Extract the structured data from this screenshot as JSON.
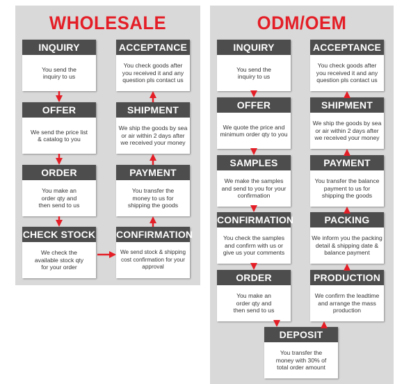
{
  "colors": {
    "accent": "#e41e26",
    "panel": "#d9d9d9",
    "box_header": "#4d4d4d"
  },
  "wholesale": {
    "title": "WHOLESALE",
    "steps": {
      "inquiry": {
        "title": "INQUIRY",
        "text": "You send the inquiry to us"
      },
      "offer": {
        "title": "OFFER",
        "text": "We send the price list & catalog to you"
      },
      "order": {
        "title": "ORDER",
        "text": "You make an order qty and then send to us"
      },
      "check_stock": {
        "title": "CHECK STOCK",
        "text": "We check the available stock qty for your order"
      },
      "confirmation": {
        "title": "CONFIRMATION",
        "text": "We send stock & shipping cost confirmation for your approval"
      },
      "payment": {
        "title": "PAYMENT",
        "text": "You transfer the money to us for shipping the goods"
      },
      "shipment": {
        "title": "SHIPMENT",
        "text": "We ship the goods by sea or air within 2 days after we received your money"
      },
      "acceptance": {
        "title": "ACCEPTANCE",
        "text": "You check goods after you received it and any question pls contact us"
      }
    }
  },
  "odm": {
    "title": "ODM/OEM",
    "steps": {
      "inquiry": {
        "title": "INQUIRY",
        "text": "You send the inquiry to us"
      },
      "offer": {
        "title": "OFFER",
        "text": "We quote the price and minimum order qty to you"
      },
      "samples": {
        "title": "SAMPLES",
        "text": "We make the samples and send to you for your confirmation"
      },
      "confirmation": {
        "title": "CONFIRMATION",
        "text": "You check the samples and confirm with us or give us your comments"
      },
      "order": {
        "title": "ORDER",
        "text": "You make an order qty and then send to us"
      },
      "deposit": {
        "title": "DEPOSIT",
        "text": "You transfer the money with 30% of total order amount"
      },
      "production": {
        "title": "PRODUCTION",
        "text": "We confirm the leadtime and arrange the mass production"
      },
      "packing": {
        "title": "PACKING",
        "text": "We inform you the packing detail & shipping date & balance payment"
      },
      "payment": {
        "title": "PAYMENT",
        "text": "You transfer the balance payment to us for shipping the goods"
      },
      "shipment": {
        "title": "SHIPMENT",
        "text": "We ship the goods by sea or air within 2 days after we received your money"
      },
      "acceptance": {
        "title": "ACCEPTANCE",
        "text": "You check goods after you received it and any question pls contact us"
      }
    }
  }
}
